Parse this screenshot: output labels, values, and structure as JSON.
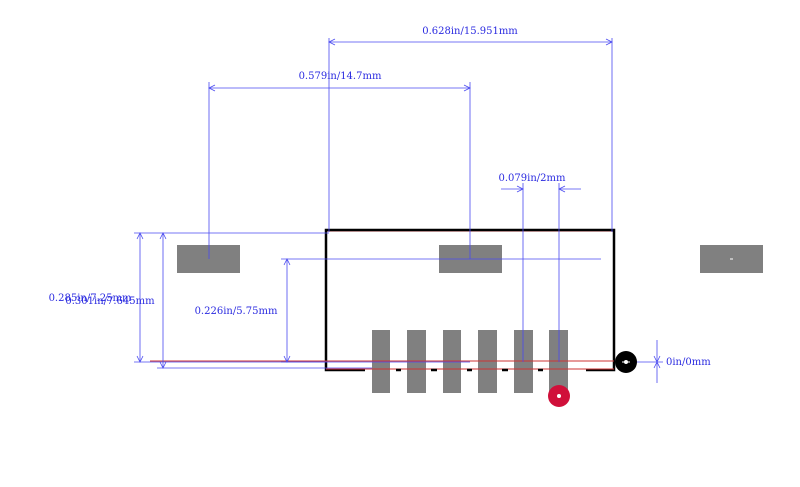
{
  "colors": {
    "dimension": "#4a4af0",
    "outline": "#000000",
    "pad": "#808080",
    "baseline": "#cc3333",
    "pin1_marker": "#d0103a",
    "origin_marker": "#000000",
    "background": "#ffffff"
  },
  "dimensions": {
    "overall_width": "0.628in/15.951mm",
    "mount_pad_span": "0.579in/14.7mm",
    "pin_pitch": "0.079in/2mm",
    "mount_pad_height": "0.226in/5.75mm",
    "body_height": "0.285in/7.25mm",
    "overall_height": "0.301in/7.645mm",
    "origin_offset": "0in/0mm"
  },
  "markers": {
    "pin1": "pin-1-indicator",
    "origin": "origin-crosshair"
  }
}
